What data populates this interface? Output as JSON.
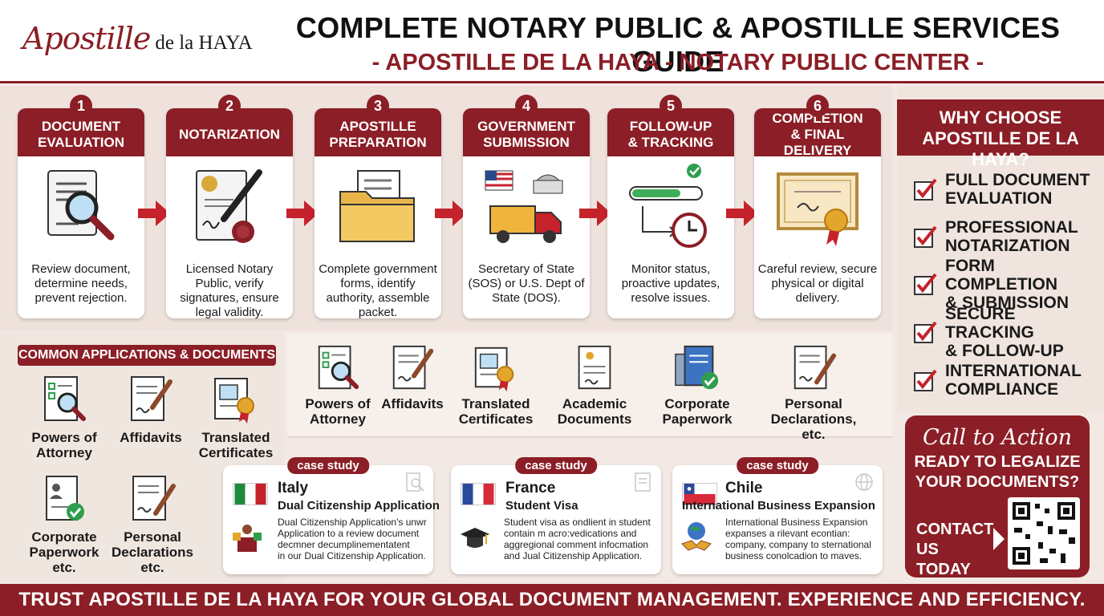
{
  "header": {
    "logo_script": "Apostille",
    "logo_rest": "de la HAYA",
    "title": "COMPLETE NOTARY PUBLIC & APOSTILLE SERVICES GUIDE",
    "subtitle": "- APOSTILLE DE LA HAYA - NOTARY PUBLIC CENTER -"
  },
  "colors": {
    "brand": "#8b1e26",
    "background": "#f3e9e4"
  },
  "steps": [
    {
      "number": "1",
      "title": "DOCUMENT\nEVALUATION",
      "description": "Review document, determine needs, prevent rejection.",
      "icon": "magnifier-document-icon"
    },
    {
      "number": "2",
      "title": "NOTARIZATION",
      "description": "Licensed Notary Public, verify signatures, ensure legal validity.",
      "icon": "pen-seal-document-icon"
    },
    {
      "number": "3",
      "title": "APOSTILLE\nPREPARATION",
      "description": "Complete government forms, identify authority, assemble packet.",
      "icon": "folder-icon"
    },
    {
      "number": "4",
      "title": "GOVERNMENT\nSUBMISSION",
      "description": "Secretary of State (SOS) or U.S. Dept of State (DOS).",
      "icon": "truck-capitol-icon"
    },
    {
      "number": "5",
      "title": "FOLLOW-UP\n& TRACKING",
      "description": "Monitor status, proactive updates, resolve issues.",
      "icon": "progress-clock-icon"
    },
    {
      "number": "6",
      "title": "COMPLETION\n& FINAL DELIVERY",
      "description": "Careful review, secure physical or digital delivery.",
      "icon": "certificate-icon"
    }
  ],
  "why": {
    "title": "WHY CHOOSE\nAPOSTILLE DE LA HAYA?",
    "items": [
      "FULL DOCUMENT\nEVALUATION",
      "PROFESSIONAL\nNOTARIZATION",
      "FORM COMPLETION\n& SUBMISSION",
      "SECURE TRACKING\n& FOLLOW-UP",
      "INTERNATIONAL\nCOMPLIANCE"
    ]
  },
  "cta": {
    "title": "Call to Action",
    "subtitle": "READY TO LEGALIZE\nYOUR DOCUMENTS?",
    "contact": "CONTACT\nUS TODAY"
  },
  "applications": {
    "title": "COMMON APPLICATIONS & DOCUMENTS",
    "items": [
      {
        "label": "Powers of\nAttorney",
        "icon": "checklist-magnifier-icon"
      },
      {
        "label": "Affidavits",
        "icon": "document-pen-icon"
      },
      {
        "label": "Translated\nCertificates",
        "icon": "certificate-ribbon-icon"
      },
      {
        "label": "Corporate\nPaperwork\netc.",
        "icon": "person-document-check-icon"
      },
      {
        "label": "Personal\nDeclarations\netc.",
        "icon": "signature-document-icon"
      }
    ]
  },
  "documents": [
    {
      "label": "Powers of\nAttorney",
      "icon": "checklist-magnifier-icon"
    },
    {
      "label": "Affidavits",
      "icon": "document-pen-icon"
    },
    {
      "label": "Translated\nCertificates",
      "icon": "certificate-ribbon-icon"
    },
    {
      "label": "Academic\nDocuments",
      "icon": "academic-certificate-icon"
    },
    {
      "label": "Corporate\nPaperwork",
      "icon": "corporate-document-check-icon"
    },
    {
      "label": "Personal\nDeclarations, etc.",
      "icon": "signature-document-icon"
    }
  ],
  "case_studies": [
    {
      "tag": "case study",
      "country": "Italy",
      "title": "Dual Citizenship Application",
      "body": "Dual Citizenship Application's unwr\nApplication to a review document\ndecmner decumplinementatent\nin our Dual Citizenship Application.",
      "flag": "italy-flag",
      "icon": "podium-speaker-icon"
    },
    {
      "tag": "case study",
      "country": "France",
      "title": "Student Visa",
      "body": "Student visa as ondlient in student\ncontain m acro:vedications and\naggregional comment infocmation\nand Jual Citizenship Application.",
      "flag": "france-flag",
      "icon": "graduation-cap-icon"
    },
    {
      "tag": "case study",
      "country": "Chile",
      "title": "International Business Expansion",
      "body": "International Business Expansion\nexpanses a rilevant econtian:\ncompany, company to sternational\nbusiness conolcadion to maves.",
      "flag": "chile-flag",
      "icon": "globe-handshake-icon"
    }
  ],
  "footer": "TRUST APOSTILLE DE LA HAYA FOR YOUR GLOBAL DOCUMENT MANAGEMENT. EXPERIENCE AND EFFICIENCY."
}
